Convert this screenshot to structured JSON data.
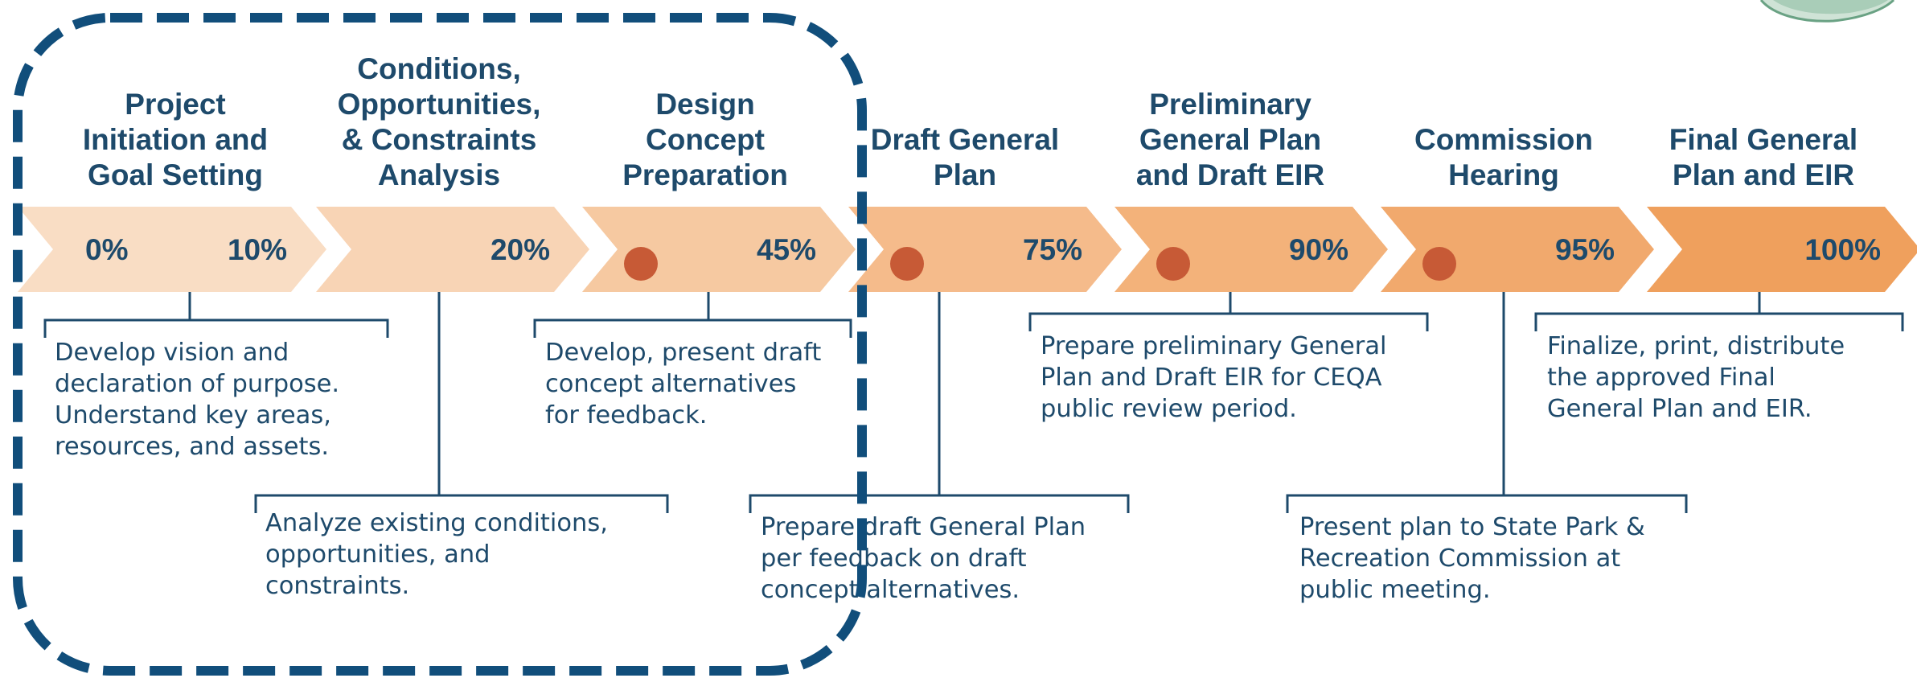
{
  "colors": {
    "text": "#1e4a6b",
    "marker": "#c75a36",
    "dash_outline": "#114e7b",
    "chevron_fills": [
      "#f9ddc4",
      "#f8d4b5",
      "#f6c9a1",
      "#f5bb8b",
      "#f3b27a",
      "#f1a96d",
      "#efa05d"
    ]
  },
  "phases": [
    {
      "title": [
        "Project",
        "Initiation and",
        "Goal Setting"
      ],
      "percent_start": "0%",
      "percent": "10%",
      "marker": false,
      "description": [
        "Develop vision and",
        "declaration of purpose.",
        "Understand key areas,",
        "resources, and assets."
      ]
    },
    {
      "title": [
        "Conditions,",
        "Opportunities,",
        "& Constraints",
        "Analysis"
      ],
      "percent": "20%",
      "marker": false,
      "description": [
        "Analyze existing conditions,",
        "opportunities, and",
        "constraints."
      ]
    },
    {
      "title": [
        "Design",
        "Concept",
        "Preparation"
      ],
      "percent": "45%",
      "marker": true,
      "description": [
        "Develop, present draft",
        "concept alternatives",
        "for feedback."
      ]
    },
    {
      "title": [
        "Draft General",
        "Plan"
      ],
      "percent": "75%",
      "marker": true,
      "description": [
        "Prepare draft General Plan",
        "per feedback on draft",
        "concept alternatives."
      ]
    },
    {
      "title": [
        "Preliminary",
        "General Plan",
        "and Draft EIR"
      ],
      "percent": "90%",
      "marker": true,
      "description": [
        "Prepare preliminary General",
        "Plan and Draft EIR for CEQA",
        "public review period."
      ]
    },
    {
      "title": [
        "Commission",
        "Hearing"
      ],
      "percent": "95%",
      "marker": true,
      "description": [
        "Present plan to State Park &",
        "Recreation Commission at",
        "public meeting."
      ]
    },
    {
      "title": [
        "Final General",
        "Plan and EIR"
      ],
      "percent": "100%",
      "marker": false,
      "description": [
        "Finalize, print, distribute",
        "the approved Final",
        "General Plan and EIR."
      ]
    }
  ]
}
